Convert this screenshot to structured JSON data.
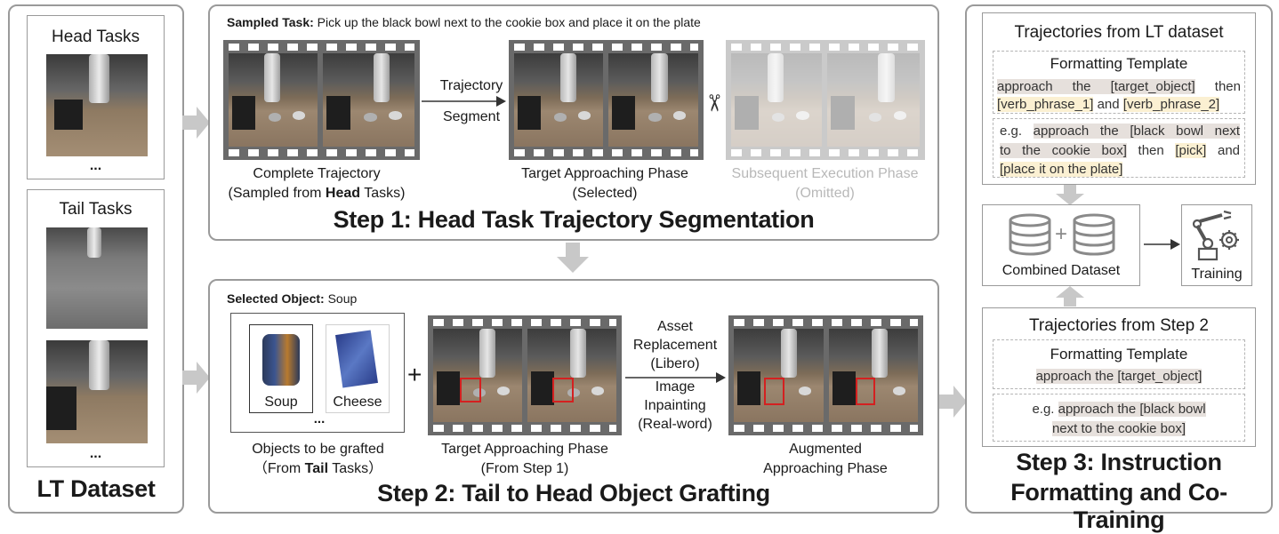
{
  "left": {
    "head_title": "Head Tasks",
    "head_dots": "...",
    "tail_title": "Tail Tasks",
    "tail_dots": "...",
    "footer": "LT Dataset"
  },
  "step1": {
    "sampled_label": "Sampled Task:",
    "sampled_text": " Pick up the black bowl next to the cookie box and place it on the plate",
    "arrow_label_1": "Trajectory",
    "arrow_label_2": "Segment",
    "cap1_line1": "Complete Trajectory",
    "cap1_pre": "(Sampled from ",
    "cap1_bold": "Head",
    "cap1_post": " Tasks)",
    "cap2_line1": "Target Approaching Phase",
    "cap2_line2": "(Selected)",
    "cap3_line1": "Subsequent Execution Phase",
    "cap3_line2": "(Omitted)",
    "scissors": "✂",
    "title": "Step 1: Head Task Trajectory Segmentation"
  },
  "step2": {
    "selected_label": "Selected Object:",
    "selected_text": " Soup",
    "obj1": "Soup",
    "obj2": "Cheese",
    "obj_dots": "...",
    "plus": "+",
    "mid_1": "Asset",
    "mid_2": "Replacement",
    "mid_3": "(Libero)",
    "mid_4": "Image",
    "mid_5": "Inpainting",
    "mid_6": "(Real-word)",
    "cap1_line1": "Objects to be grafted",
    "cap1_pre": "（From ",
    "cap1_bold": "Tail",
    "cap1_post": " Tasks）",
    "cap2_line1": "Target Approaching Phase",
    "cap2_line2": "(From Step 1)",
    "cap3_line1": "Augmented",
    "cap3_line2": "Approaching Phase",
    "title": "Step 2: Tail to Head Object Grafting"
  },
  "step3": {
    "lt_title": "Trajectories from LT dataset",
    "fmt_title": "Formatting Template",
    "t1_a": "approach the [target_object]",
    "t1_b": " then",
    "t1_c": "[verb_phrase_1]",
    "t1_d": " and ",
    "t1_e": "[verb_phrase_2]",
    "eg_prefix": "e.g. ",
    "e1_a": "approach the [black bowl next",
    "e1_b": "to the cookie box]",
    "e1_c": " then ",
    "e1_d": "[pick]",
    "e1_e": " and",
    "e1_f": "[place it on the plate]",
    "plus": "+",
    "combined": "Combined Dataset",
    "training": "Training",
    "s2_title": "Trajectories from Step 2",
    "fmt_title2": "Formatting Template",
    "t2": "approach the [target_object]",
    "e2_a": "approach the [black bowl",
    "e2_b": "next to the cookie box]",
    "title_1": "Step 3: Instruction",
    "title_2": "Formatting and Co-Training"
  },
  "colors": {
    "highlight_gray": "#e6e0dc",
    "highlight_yellow": "#fbf0d2",
    "arrow_gray": "#c8c8c8",
    "red": "#d42020"
  }
}
